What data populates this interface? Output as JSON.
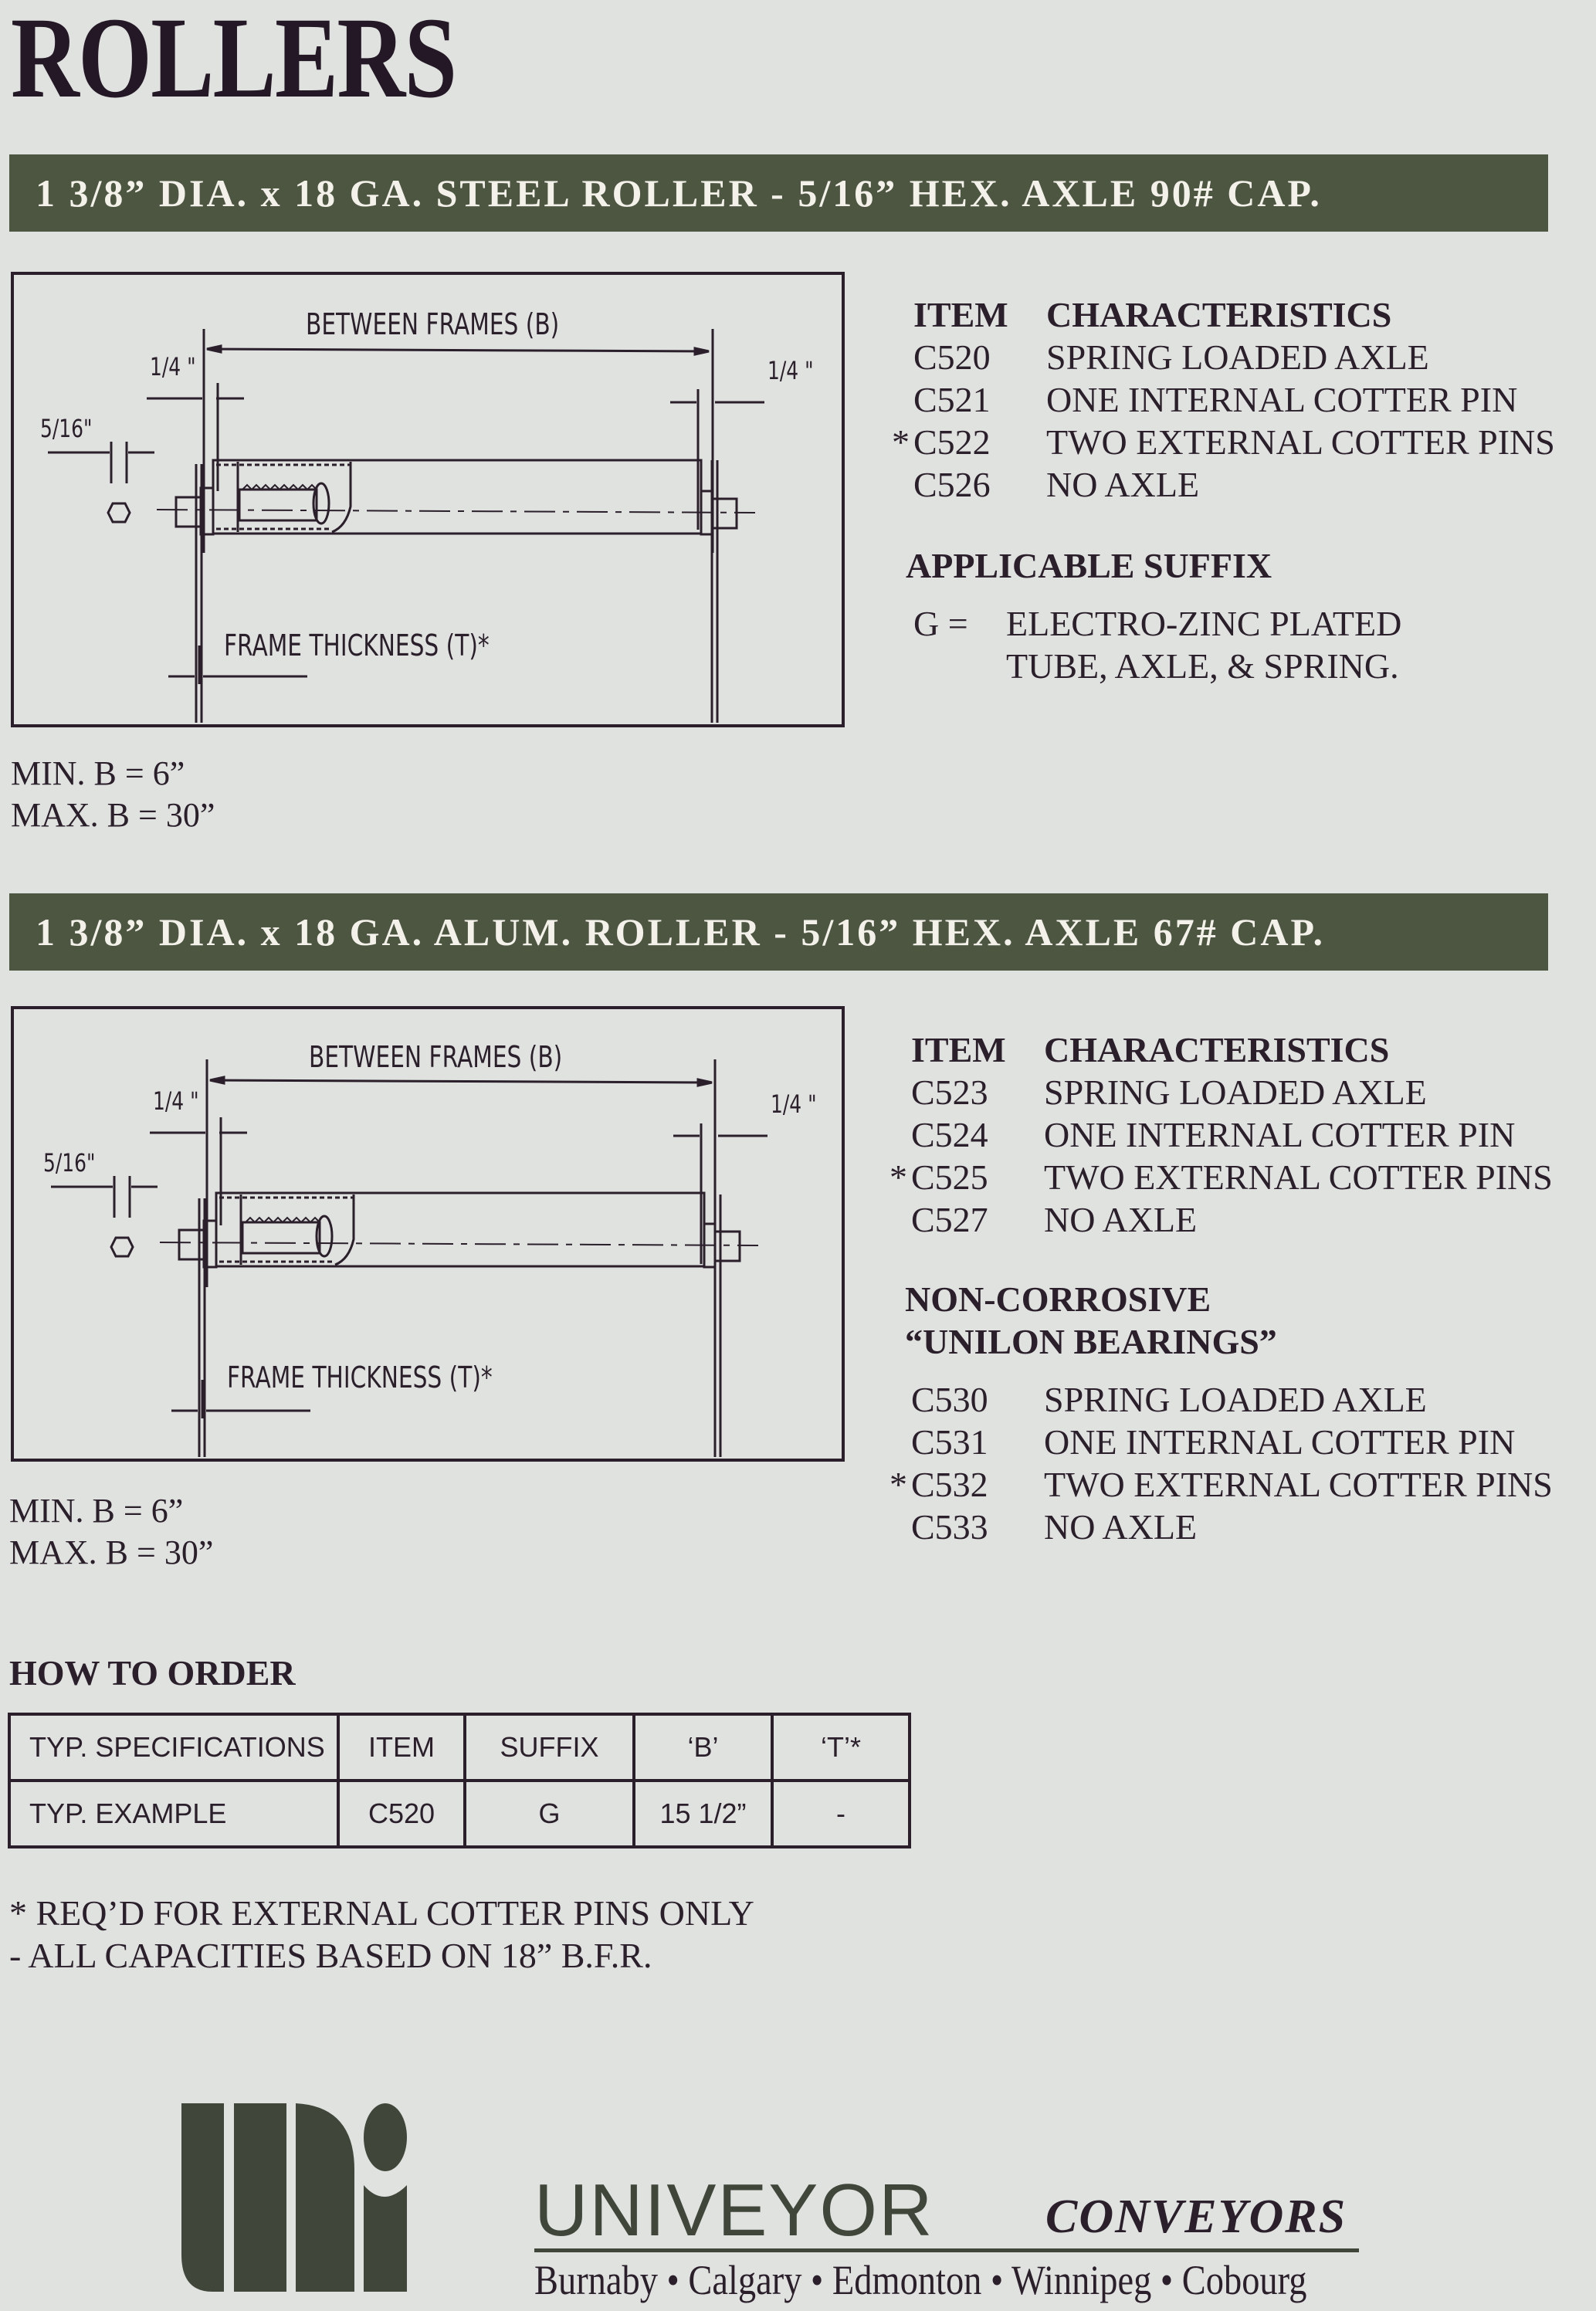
{
  "page": {
    "title": "ROLLERS"
  },
  "sections": [
    {
      "banner": "1 3/8” DIA. x 18 GA. STEEL ROLLER - 5/16” HEX. AXLE 90# CAP.",
      "diagram": {
        "between_frames": "BETWEEN FRAMES (B)",
        "quarter_left": "1/4 \"",
        "quarter_right": "1/4 \"",
        "hex_size": "5/16\"",
        "frame_thickness": "FRAME THICKNESS (T)*"
      },
      "min_b": "MIN. B = 6”",
      "max_b": "MAX. B = 30”",
      "table_header": {
        "item": "ITEM",
        "characteristics": "CHARACTERISTICS"
      },
      "items": [
        {
          "star": "",
          "code": "C520",
          "desc": "SPRING LOADED AXLE"
        },
        {
          "star": "",
          "code": "C521",
          "desc": "ONE INTERNAL COTTER PIN"
        },
        {
          "star": "*",
          "code": "C522",
          "desc": "TWO EXTERNAL COTTER PINS"
        },
        {
          "star": "",
          "code": "C526",
          "desc": "NO AXLE"
        }
      ],
      "suffix_heading": "APPLICABLE SUFFIX",
      "suffix_key": "G =",
      "suffix_line1": "ELECTRO-ZINC PLATED",
      "suffix_line2": "TUBE, AXLE, & SPRING."
    },
    {
      "banner": "1 3/8” DIA. x 18 GA. ALUM. ROLLER - 5/16” HEX. AXLE 67# CAP.",
      "diagram": {
        "between_frames": "BETWEEN FRAMES (B)",
        "quarter_left": "1/4 \"",
        "quarter_right": "1/4 \"",
        "hex_size": "5/16\"",
        "frame_thickness": "FRAME THICKNESS (T)*"
      },
      "min_b": "MIN. B = 6”",
      "max_b": "MAX. B = 30”",
      "table_header": {
        "item": "ITEM",
        "characteristics": "CHARACTERISTICS"
      },
      "items": [
        {
          "star": "",
          "code": "C523",
          "desc": "SPRING LOADED AXLE"
        },
        {
          "star": "",
          "code": "C524",
          "desc": "ONE INTERNAL COTTER PIN"
        },
        {
          "star": "*",
          "code": "C525",
          "desc": "TWO EXTERNAL COTTER PINS"
        },
        {
          "star": "",
          "code": "C527",
          "desc": "NO AXLE"
        }
      ],
      "nc_heading_line1": "NON-CORROSIVE",
      "nc_heading_line2": "“UNILON BEARINGS”",
      "nc_items": [
        {
          "star": "",
          "code": "C530",
          "desc": "SPRING LOADED AXLE"
        },
        {
          "star": "",
          "code": "C531",
          "desc": "ONE INTERNAL COTTER PIN"
        },
        {
          "star": "*",
          "code": "C532",
          "desc": "TWO EXTERNAL COTTER PINS"
        },
        {
          "star": "",
          "code": "C533",
          "desc": "NO AXLE"
        }
      ]
    }
  ],
  "how_to_order": {
    "title": "HOW TO ORDER",
    "header": [
      "TYP. SPECIFICATIONS",
      "ITEM",
      "SUFFIX",
      "‘B’",
      "‘T’*"
    ],
    "example": [
      "TYP. EXAMPLE",
      "C520",
      "G",
      "15 1/2”",
      "-"
    ]
  },
  "notes": [
    "* REQ’D FOR EXTERNAL COTTER PINS ONLY",
    "- ALL CAPACITIES BASED ON 18” B.F.R."
  ],
  "footer": {
    "brand": "UNIVEYOR",
    "tagline": "CONVEYORS",
    "cities": "Burnaby • Calgary • Edmonton • Winnipeg • Cobourg"
  },
  "colors": {
    "background": "#dfe2de",
    "banner": "#4d5641",
    "text": "#2a1f2b",
    "logo": "#40473a"
  }
}
